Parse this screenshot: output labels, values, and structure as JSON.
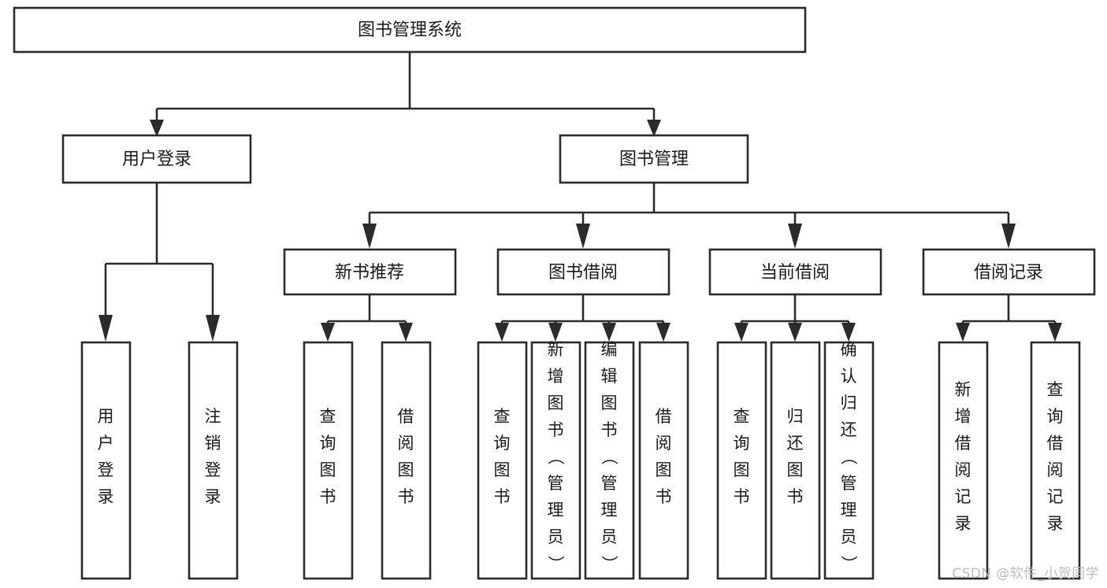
{
  "diagram": {
    "title": "图书管理系统",
    "type": "tree-hierarchy-diagram",
    "colors": {
      "box_stroke": "#2b2b2b",
      "box_fill": "#ffffff",
      "text": "#1a1a1a",
      "background": "#ffffff",
      "watermark": "#bdbdbd"
    },
    "root": {
      "id": "root",
      "label": "图书管理系统"
    },
    "level2": [
      {
        "id": "user-login",
        "label": "用户登录"
      },
      {
        "id": "book-management",
        "label": "图书管理"
      }
    ],
    "level3": [
      {
        "id": "new-book-recommend",
        "label": "新书推荐",
        "parent": "book-management"
      },
      {
        "id": "book-borrow",
        "label": "图书借阅",
        "parent": "book-management"
      },
      {
        "id": "current-borrow",
        "label": "当前借阅",
        "parent": "book-management"
      },
      {
        "id": "borrow-record",
        "label": "借阅记录",
        "parent": "book-management"
      }
    ],
    "leaves": {
      "user-login": [
        {
          "id": "leaf-user-login",
          "label": "用户登录"
        },
        {
          "id": "leaf-logout-login",
          "label": "注销登录"
        }
      ],
      "new-book-recommend": [
        {
          "id": "leaf-query-book-1",
          "label": "查询图书"
        },
        {
          "id": "leaf-borrow-book-1",
          "label": "借阅图书"
        }
      ],
      "book-borrow": [
        {
          "id": "leaf-query-book-2",
          "label": "查询图书"
        },
        {
          "id": "leaf-add-book-admin",
          "label": "新增图书（管理员）"
        },
        {
          "id": "leaf-edit-book-admin",
          "label": "编辑图书（管理员）"
        },
        {
          "id": "leaf-borrow-book-2",
          "label": "借阅图书"
        }
      ],
      "current-borrow": [
        {
          "id": "leaf-query-book-3",
          "label": "查询图书"
        },
        {
          "id": "leaf-return-book",
          "label": "归还图书"
        },
        {
          "id": "leaf-confirm-return-admin",
          "label": "确认归还（管理员）"
        }
      ],
      "borrow-record": [
        {
          "id": "leaf-add-borrow-record",
          "label": "新增借阅记录"
        },
        {
          "id": "leaf-query-borrow-record",
          "label": "查询借阅记录"
        }
      ]
    }
  },
  "watermark": {
    "text": "CSDN @软件_小贺同学"
  }
}
